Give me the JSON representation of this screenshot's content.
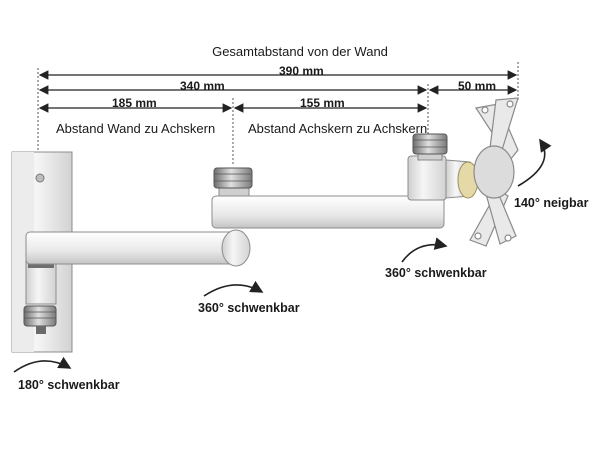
{
  "title": "Gesamtabstand von der Wand",
  "dimensions": {
    "total": "390 mm",
    "to_display_pivot": "340 mm",
    "wall_to_axis": "185 mm",
    "axis_to_axis": "155 mm",
    "pivot_to_vesa": "50 mm"
  },
  "descriptions": {
    "wall_to_axis": "Abstand Wand zu Achskern",
    "axis_to_axis": "Abstand Achskern zu Achskern"
  },
  "rotations": {
    "wall": "180° schwenkbar",
    "middle": "360° schwenkbar",
    "display": "360° schwenkbar",
    "tilt": "140° neigbar"
  },
  "colors": {
    "line": "#222222",
    "metal_light": "#f3f3f3",
    "metal_mid": "#d9d9d9",
    "metal_dark": "#9a9a9a",
    "outline": "#8c8c8c"
  }
}
